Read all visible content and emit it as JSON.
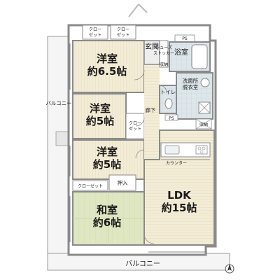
{
  "rooms": {
    "western1_name": "洋室",
    "western1_size": "約6.5帖",
    "western2_name": "洋室",
    "western2_size": "約5帖",
    "western3_name": "洋室",
    "western3_size": "約5帖",
    "japanese_name": "和室",
    "japanese_size": "約6帖",
    "ldk_name": "LDK",
    "ldk_size": "約15帖",
    "entrance": "玄関",
    "bath": "浴室",
    "washroom_line1": "洗面所",
    "washroom_line2": "脱衣室",
    "toilet": "トイレ",
    "hallway": "廊下",
    "oshiire": "押入"
  },
  "labels": {
    "closet_top1_line1": "クロー",
    "closet_top1_line2": "ゼット",
    "closet_top2_line1": "クロー",
    "closet_top2_line2": "ゼット",
    "shoe_storage_line1": "シューズ",
    "shoe_storage_line2": "ストッカー",
    "ps_top": "PS",
    "ps_small": "PS",
    "closet_mid_line1": "クロー",
    "closet_mid_line2": "ゼット",
    "closet_lower": "クローゼット",
    "counter": "カウンター",
    "balcony_left": "バルコニー",
    "balcony_bottom": "バルコニー",
    "mini_label_1": "収納",
    "mini_label_2": "収納"
  },
  "colors": {
    "wall": "#8a8a8a",
    "floor_wood": "#f3ecd6",
    "floor_stripe": "#e4d9b8",
    "balcony": "#f5f5f5",
    "tatami": "#dfe6c2",
    "wet_area": "#dde6ea",
    "closet": "#ffffff"
  }
}
